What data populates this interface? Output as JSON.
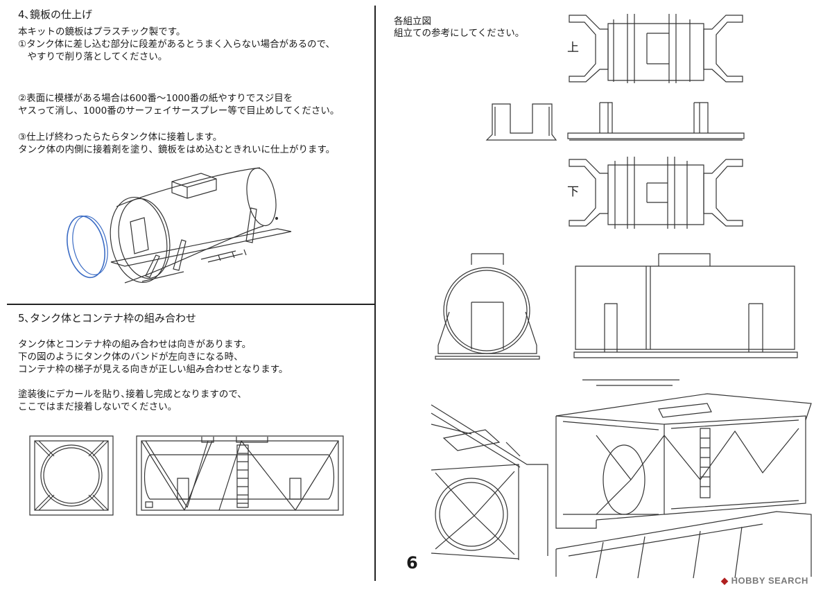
{
  "section4": {
    "heading": "4､鏡板の仕上げ",
    "lines": [
      "本キットの鏡板はプラスチック製です。",
      "①タンク体に差し込む部分に段差があるとうまく入らない場合があるので、",
      "　やすりで削り落としてください。",
      "②表面に模様がある場合は600番～1000番の紙やすりでスジ目を",
      "ヤスって消し、1000番のサーフェイサースプレー等で目止めしてください。",
      "③仕上げ終わったらたらタンク体に接着します。",
      "タンク体の内側に接着剤を塗り、鏡板をはめ込むときれいに仕上がります。"
    ]
  },
  "section5": {
    "heading": "5､タンク体とコンテナ枠の組み合わせ",
    "lines": [
      "タンク体とコンテナ枠の組み合わせは向きがあります。",
      "下の図のようにタンク体のバンドが左向きになる時、",
      "コンテナ枠の梯子が見える向きが正しい組み合わせとなります。",
      "塗装後にデカールを貼り､接着し完成となりますので、",
      "ここではまだ接着しないでください。"
    ]
  },
  "assembly": {
    "heading": "各組立図",
    "subtext": "組立ての参考にしてください。",
    "label_top": "上",
    "label_bottom": "下"
  },
  "page_number": "6",
  "watermark": {
    "brand": "HOBBY SEARCH"
  }
}
